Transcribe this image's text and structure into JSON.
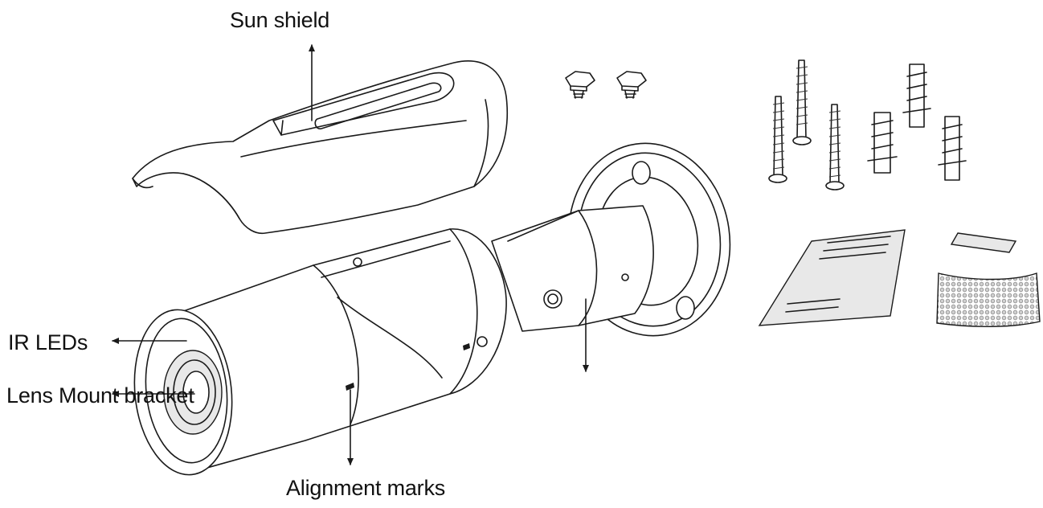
{
  "labels": {
    "sun_shield": "Sun shield",
    "ir_leds": "IR LEDs",
    "lens_mount_bracket": "Lens Mount bracket",
    "alignment_marks": "Alignment marks"
  }
}
